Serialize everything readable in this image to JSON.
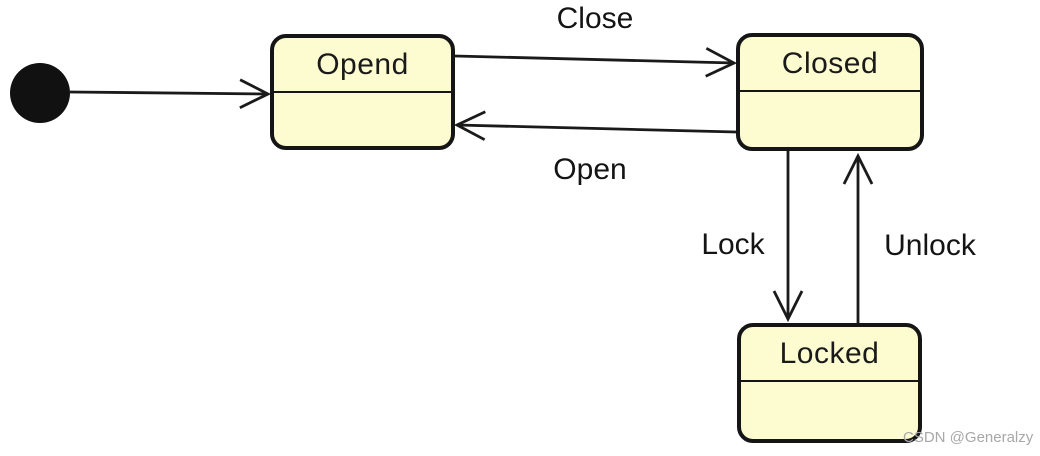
{
  "diagram": {
    "states": [
      {
        "id": "opend",
        "label": "Opend"
      },
      {
        "id": "closed",
        "label": "Closed"
      },
      {
        "id": "locked",
        "label": "Locked"
      }
    ],
    "transitions": [
      {
        "id": "close",
        "label": "Close",
        "from": "Opend",
        "to": "Closed"
      },
      {
        "id": "open",
        "label": "Open",
        "from": "Closed",
        "to": "Opend"
      },
      {
        "id": "lock",
        "label": "Lock",
        "from": "Closed",
        "to": "Locked"
      },
      {
        "id": "unlock",
        "label": "Unlock",
        "from": "Locked",
        "to": "Closed"
      }
    ],
    "initial_state_target": "Opend",
    "colors": {
      "state_fill": "#FDFBD0",
      "state_border": "#151515",
      "arrow": "#1a1a1a",
      "watermark": "#a8a8a8"
    },
    "watermark": "CSDN @Generalzy"
  }
}
